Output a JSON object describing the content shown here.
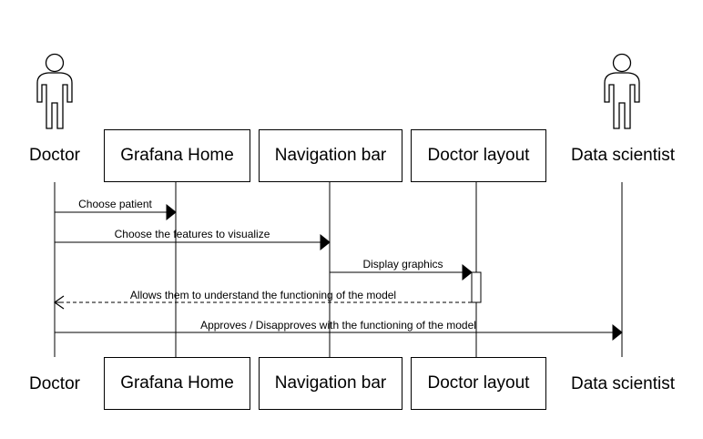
{
  "participants": [
    {
      "id": "doctor",
      "label": "Doctor",
      "kind": "actor"
    },
    {
      "id": "grafana",
      "label": "Grafana Home",
      "kind": "box"
    },
    {
      "id": "nav",
      "label": "Navigation bar",
      "kind": "box"
    },
    {
      "id": "layout",
      "label": "Doctor layout",
      "kind": "box"
    },
    {
      "id": "scientist",
      "label": "Data scientist",
      "kind": "actor"
    }
  ],
  "messages": [
    {
      "label": "Choose patient",
      "from": "doctor",
      "to": "grafana",
      "style": "solid"
    },
    {
      "label": "Choose the features to visualize",
      "from": "doctor",
      "to": "nav",
      "style": "solid"
    },
    {
      "label": "Display graphics",
      "from": "nav",
      "to": "layout",
      "style": "solid"
    },
    {
      "label": "Allows them to understand the functioning of the model",
      "from": "layout",
      "to": "doctor",
      "style": "dashed"
    },
    {
      "label": "Approves / Disapproves with the functioning of the model",
      "from": "doctor",
      "to": "scientist",
      "style": "solid"
    }
  ]
}
